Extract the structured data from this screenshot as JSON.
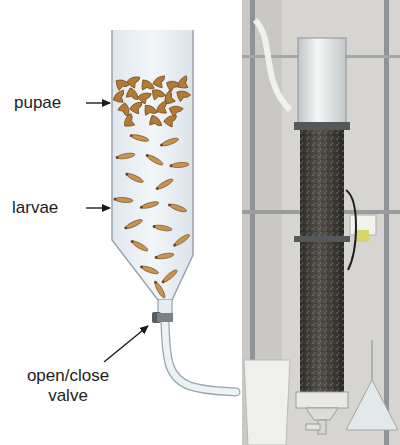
{
  "diagram": {
    "labels": [
      "pupae",
      "larvae",
      "open/close valve"
    ]
  }
}
